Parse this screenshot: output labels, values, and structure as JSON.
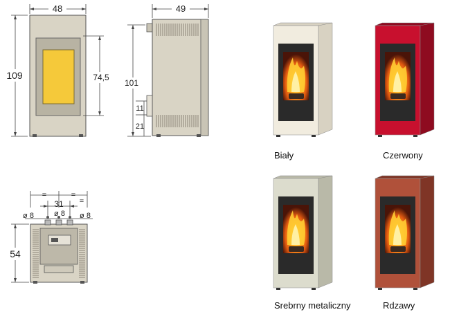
{
  "dimensions": {
    "front_width": "48",
    "front_height": "109",
    "window_height": "74,5",
    "side_depth": "49",
    "side_height": "101",
    "side_gap_1": "11",
    "side_gap_2": "21",
    "back_eq_1": "=",
    "back_eq_2": "=",
    "back_eq_3": "=",
    "back_spacing": "31",
    "back_hole_left": "ø 8",
    "back_hole_center": "ø 8",
    "back_hole_right": "ø 8",
    "back_height": "54"
  },
  "variants": [
    {
      "label": "Biały",
      "body_color": "#f1ecdf",
      "shade_color": "#d8d2c2"
    },
    {
      "label": "Czerwony",
      "body_color": "#c8102e",
      "shade_color": "#8e0b20"
    },
    {
      "label": "Srebrny metaliczny",
      "body_color": "#dcdccd",
      "shade_color": "#b9b9a8"
    },
    {
      "label": "Rdzawy",
      "body_color": "#b0513a",
      "shade_color": "#7f3526"
    }
  ],
  "colors": {
    "drawing_body": "#d9d4c5",
    "drawing_line": "#555555",
    "window_fill": "#f5c93a"
  }
}
